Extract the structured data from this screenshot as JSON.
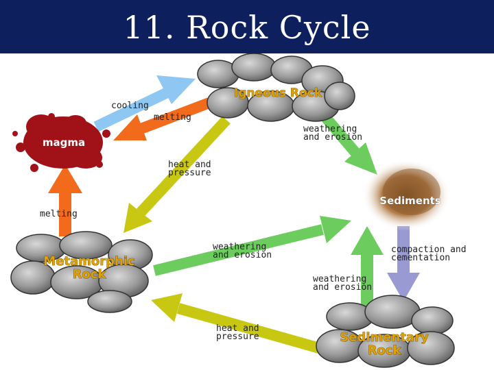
{
  "title": "11. Rock Cycle",
  "nodes": {
    "igneous": "Igneous Rock",
    "magma": "magma",
    "sediments": "Sediments",
    "metamorphic_line1": "Metamorphic",
    "metamorphic_line2": "Rock",
    "sedimentary_line1": "Sedimentary",
    "sedimentary_line2": "Rock"
  },
  "arrow_labels": {
    "cooling": "cooling",
    "melting_top": "melting",
    "weathering_top_1": "weathering",
    "weathering_top_2": "and erosion",
    "heat_top_1": "heat and",
    "heat_top_2": "pressure",
    "melting_left": "melting",
    "weathering_mid_1": "weathering",
    "weathering_mid_2": "and erosion",
    "compaction_1": "compaction and",
    "compaction_2": "cementation",
    "weathering_low_1": "weathering",
    "weathering_low_2": "and erosion",
    "heat_bottom_1": "heat and",
    "heat_bottom_2": "pressure"
  },
  "colors": {
    "title_bar": "#0d1f5c",
    "arrow_blue": "#8ec8f2",
    "arrow_orange": "#f26a1b",
    "arrow_green": "#6ccd5e",
    "arrow_yellow": "#c8c812",
    "arrow_purple": "#9a9ad2",
    "magma": "#a01218",
    "rock_label": "#e0a000"
  }
}
